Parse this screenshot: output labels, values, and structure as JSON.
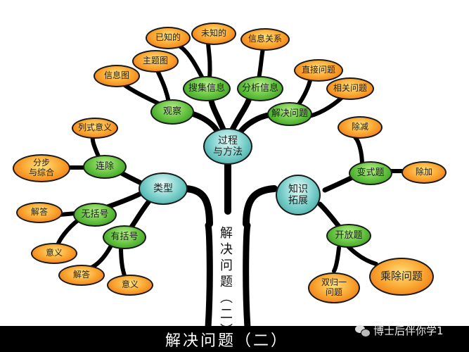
{
  "diagram": {
    "type": "mind-map tree",
    "trunk_label": "解\n决\n问\n题\n︵\n二\n︶",
    "bottom_title": "解决问题（二）",
    "watermark": "博士后伴你学1",
    "colors": {
      "leaf": "#f9a02b",
      "mid": "#5fbf3b",
      "hub": "#7ed1cc",
      "branch": "#000000",
      "banner": "#000000"
    },
    "hubs": {
      "process": "过程\n与方法",
      "types": "类型",
      "extension": "知识\n拓展"
    },
    "process_children": {
      "observe": "观察",
      "collect": "搜集信息",
      "analyze": "分析信息",
      "solve": "解决问题"
    },
    "observe_leaves": [
      "信息图",
      "主题图"
    ],
    "collect_leaves": [
      "已知的",
      "未知的"
    ],
    "analyze_leaves": [
      "信息关系"
    ],
    "solve_leaves": [
      "直接问题",
      "相关问题"
    ],
    "types_children": {
      "consecutive_div": "连除",
      "no_paren": "无括号",
      "with_paren": "有括号"
    },
    "consecutive_leaves": [
      "列式意义",
      "分步\n与综合"
    ],
    "no_paren_leaves": [
      "解答",
      "意义"
    ],
    "with_paren_leaves": [
      "解答",
      "意义"
    ],
    "extension_children": {
      "variant": "变式题",
      "open": "开放题"
    },
    "variant_leaves": [
      "除减",
      "除加"
    ],
    "open_leaves": [
      "双归一\n问题",
      "乘除问题"
    ]
  }
}
